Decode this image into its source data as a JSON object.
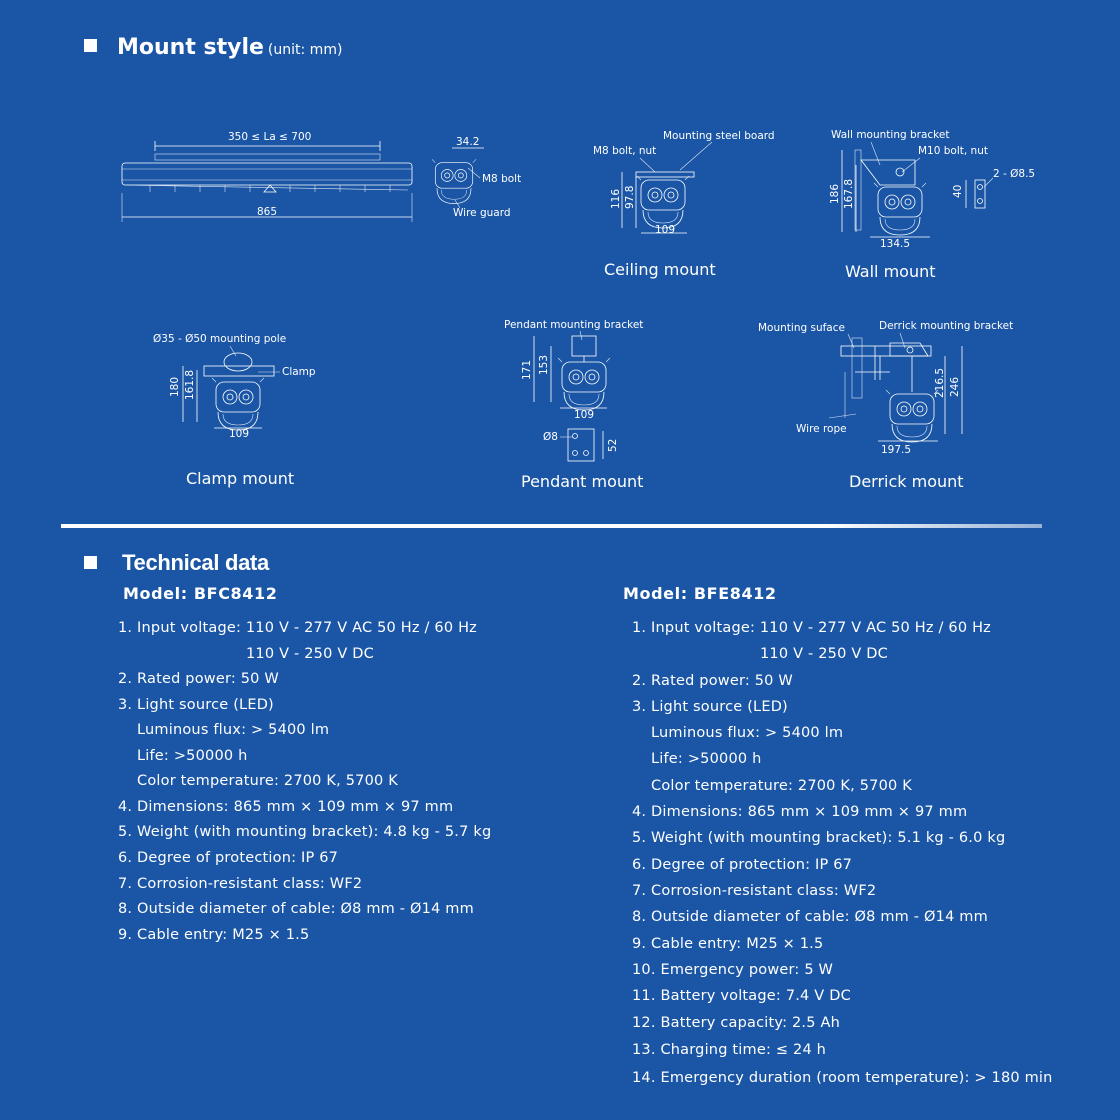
{
  "mount_style": {
    "title": "Mount style",
    "unit": "(unit: mm)",
    "side_view": {
      "span": "350 ≤ La ≤ 700",
      "length": "865",
      "width": "34.2",
      "m8_bolt": "M8 bolt",
      "wire_guard": "Wire guard"
    },
    "ceiling": {
      "caption": "Ceiling mount",
      "bolt": "M8 bolt, nut",
      "board": "Mounting steel board",
      "h1": "116",
      "h2": "97.8",
      "w": "109"
    },
    "wall": {
      "caption": "Wall mount",
      "bracket": "Wall mounting bracket",
      "bolt": "M10 bolt, nut",
      "h1": "186",
      "h2": "167.8",
      "w": "134.5",
      "hole": "2 - Ø8.5",
      "side": "40"
    },
    "clamp": {
      "caption": "Clamp mount",
      "pole": "Ø35 - Ø50 mounting pole",
      "clamp": "Clamp",
      "h1": "180",
      "h2": "161.8",
      "w": "109"
    },
    "pendant": {
      "caption": "Pendant mount",
      "bracket": "Pendant mounting bracket",
      "h1": "171",
      "h2": "153",
      "w": "109",
      "hole": "Ø8",
      "side": "52"
    },
    "derrick": {
      "caption": "Derrick mount",
      "surface": "Mounting suface",
      "bracket": "Derrick mounting bracket",
      "rope": "Wire rope",
      "h1": "216.5",
      "h2": "246",
      "w": "197.5"
    }
  },
  "tech": {
    "title": "Technical data",
    "bfc": {
      "model": "Model: BFC8412",
      "lines": [
        "1. Input voltage: 110 V - 277 V  AC 50 Hz / 60 Hz",
        "110 V - 250 V DC",
        "2. Rated power: 50 W",
        "3. Light source (LED)",
        "Luminous flux: > 5400 lm",
        "Life: >50000 h",
        "Color temperature: 2700 K, 5700 K",
        "4. Dimensions:  865 mm × 109 mm × 97 mm",
        "5. Weight (with mounting bracket): 4.8 kg - 5.7 kg",
        "6. Degree of protection: IP 67",
        "7. Corrosion-resistant class: WF2",
        "8. Outside diameter of cable: Ø8 mm - Ø14 mm",
        "9.  Cable entry: M25 × 1.5"
      ]
    },
    "bfe": {
      "model": "Model: BFE8412",
      "lines": [
        "1. Input voltage: 110 V - 277 V  AC 50 Hz / 60 Hz",
        "110 V - 250 V DC",
        "2. Rated power: 50 W",
        "3. Light source (LED)",
        "Luminous flux: > 5400 lm",
        "Life: >50000 h",
        "Color temperature: 2700 K, 5700 K",
        "4. Dimensions:  865 mm × 109 mm × 97 mm",
        "5. Weight (with mounting bracket): 5.1 kg - 6.0 kg",
        "6. Degree of protection: IP 67",
        "7. Corrosion-resistant class: WF2",
        "8. Outside diameter of cable: Ø8 mm - Ø14 mm",
        "9. Cable entry: M25 × 1.5",
        "10. Emergency power: 5 W",
        "11. Battery voltage: 7.4 V DC",
        "12. Battery capacity: 2.5 Ah",
        "13. Charging time: ≤ 24 h",
        "14. Emergency duration (room temperature): > 180 min"
      ]
    }
  }
}
